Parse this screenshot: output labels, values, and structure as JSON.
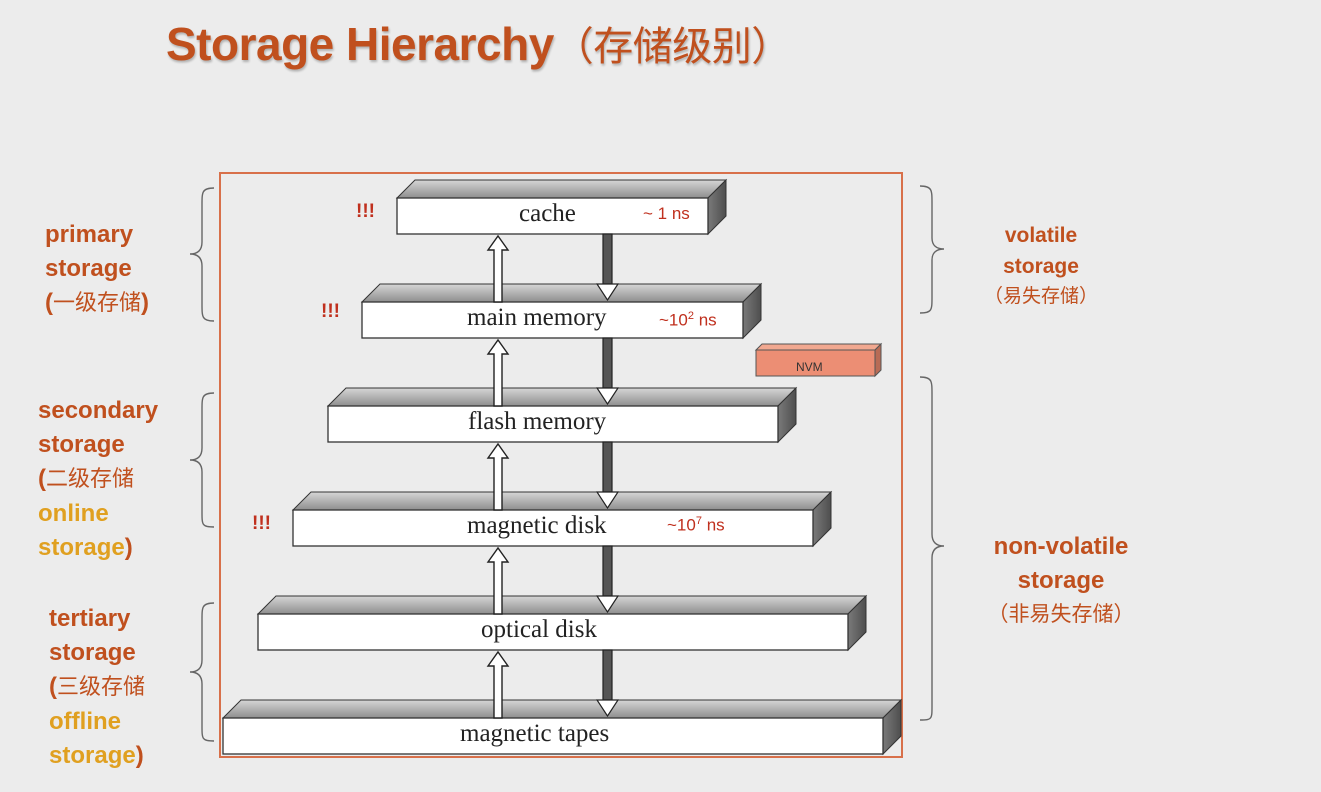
{
  "title": {
    "main": "Storage Hierarchy",
    "zh": "（存储级别）"
  },
  "levels": [
    {
      "label": "cache",
      "latency": "~ 1 ns",
      "bang": "!!!"
    },
    {
      "label": "main memory",
      "latency_base": "~10",
      "latency_exp": "2",
      "latency_unit": " ns",
      "bang": "!!!"
    },
    {
      "label": "flash memory"
    },
    {
      "label": "magnetic disk",
      "latency_base": "~10",
      "latency_exp": "7",
      "latency_unit": " ns",
      "bang": "!!!"
    },
    {
      "label": "optical disk"
    },
    {
      "label": "magnetic tapes"
    }
  ],
  "nvm": "NVM",
  "left": {
    "primary": {
      "l1": "primary",
      "l2": "storage",
      "l3a": "(",
      "l3zh": "一级存储",
      "l3b": ")"
    },
    "secondary": {
      "l1": "secondary",
      "l2": "storage",
      "l3a": "(",
      "l3zh": "二级存储",
      "l4": "online",
      "l5": "storage",
      "l5b": ")"
    },
    "tertiary": {
      "l1": "tertiary",
      "l2": "storage",
      "l3a": "(",
      "l3zh": "三级存储",
      "l4": "offline",
      "l5": "storage",
      "l5b": ")"
    }
  },
  "right": {
    "volatile": {
      "l1": "volatile",
      "l2": "storage",
      "l3": "（易失存储）"
    },
    "nonvolatile": {
      "l1": "non-volatile",
      "l2": "storage",
      "l3": "（非易失存储）"
    }
  },
  "colors": {
    "accent": "#c0501e",
    "online": "#e0a020",
    "latency": "#c0301e",
    "nvm_fill": "#ec8e74"
  }
}
